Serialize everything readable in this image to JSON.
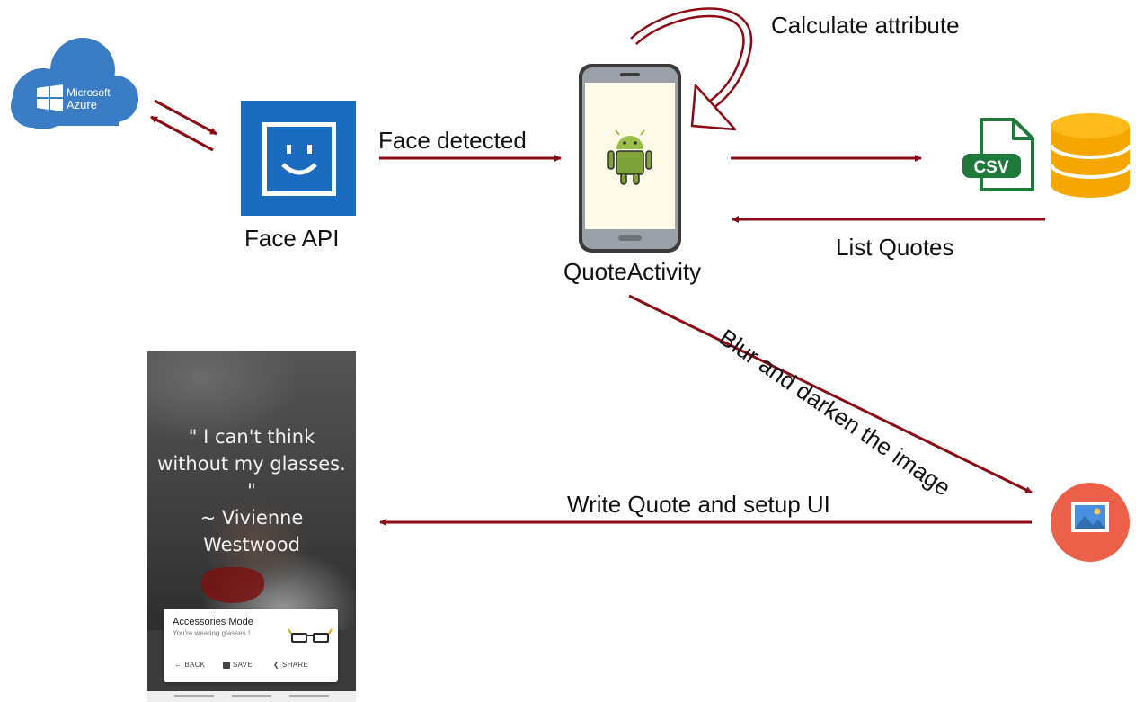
{
  "azure": {
    "brand_line1": "Microsoft",
    "brand_line2": "Azure",
    "logo_icon": "windows-logo-icon"
  },
  "face_api": {
    "label": "Face API",
    "icon": "smiley-face-icon"
  },
  "face_detected": {
    "label": "Face detected"
  },
  "quote_activity": {
    "label": "QuoteActivity",
    "icon": "android-icon"
  },
  "calculate": {
    "label": "Calculate attribute"
  },
  "csv": {
    "badge": "CSV",
    "icon": "csv-file-icon",
    "db_icon": "database-icon"
  },
  "list_quotes": {
    "label": "List Quotes"
  },
  "blur": {
    "label": "Blur and darken the image"
  },
  "image_icon": "image-icon",
  "write_quote": {
    "label": "Write Quote and setup UI"
  },
  "mockup": {
    "quote_line1": "\" I can't think",
    "quote_line2": "without my glasses.",
    "quote_line3": "\"",
    "quote_line4": "~ Vivienne",
    "quote_line5": "Westwood",
    "card_title": "Accessories Mode",
    "card_subtitle": "You're wearing glasses !",
    "back_label": "BACK",
    "save_label": "SAVE",
    "share_label": "SHARE"
  },
  "colors": {
    "arrow": "#8b0a14",
    "azure": "#3a7dc4",
    "face_api_tile": "#1b6bbf",
    "csv_green": "#1e7a3a",
    "database": "#f5a700",
    "image_circle": "#ec6049"
  }
}
